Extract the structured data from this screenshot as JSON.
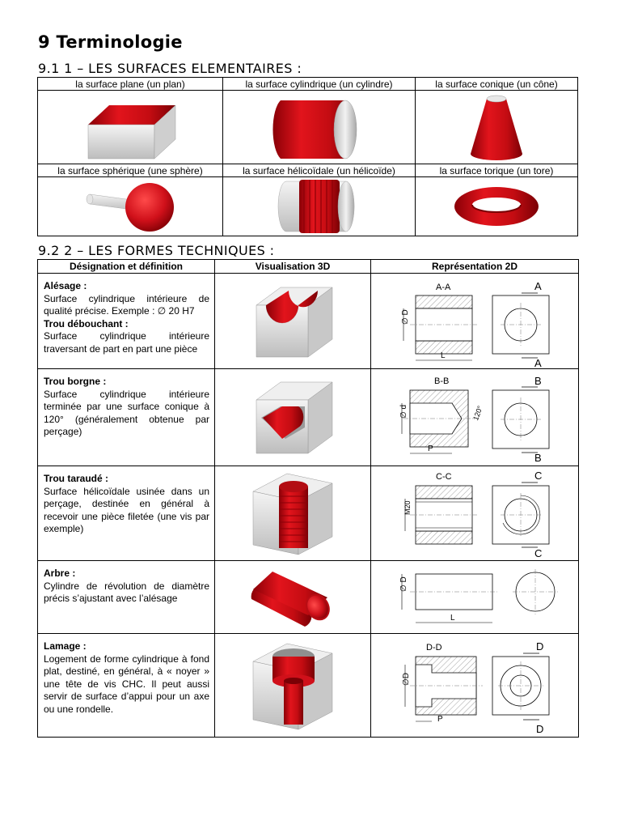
{
  "heading": "9  Terminologie",
  "section1": "9.1  1 – LES SURFACES ELEMENTAIRES :",
  "section2": "9.2  2 – LES FORMES TECHNIQUES :",
  "surfaces": [
    {
      "label": "la surface plane (un plan)",
      "icon": "red-box-plane"
    },
    {
      "label": "la surface cylindrique (un cylindre)",
      "icon": "red-cylinder"
    },
    {
      "label": "la surface conique (un cône)",
      "icon": "red-cone"
    },
    {
      "label": "la surface sphérique (une sphère)",
      "icon": "red-sphere"
    },
    {
      "label": "la surface hélicoïdale (un hélicoïde)",
      "icon": "red-helix"
    },
    {
      "label": "la surface torique (un tore)",
      "icon": "red-torus"
    }
  ],
  "forms_header": [
    "Désignation et définition",
    "Visualisation 3D",
    "Représentation 2D"
  ],
  "forms": [
    {
      "title": "Alésage :",
      "text": "Surface cylindrique intérieure de qualité précise. Exemple : ∅ 20 H7",
      "title2": "Trou débouchant :",
      "text2": "Surface cylindrique intérieure traversant de part en part une pièce",
      "section": "A-A",
      "mark": "A",
      "dim1": "∅ D",
      "dim2": "L"
    },
    {
      "title": "Trou borgne :",
      "text": "Surface cylindrique intérieure terminée par une surface conique à 120° (généralement obtenue par perçage)",
      "section": "B-B",
      "mark": "B",
      "dim1": "∅ d",
      "dim2": "P",
      "angle": "120°"
    },
    {
      "title": "Trou taraudé :",
      "text": "Surface hélicoïdale usinée dans un perçage, destinée en général à recevoir une pièce filetée (une vis par exemple)",
      "section": "C-C",
      "mark": "C",
      "dim1": "M20"
    },
    {
      "title": "Arbre :",
      "text": "Cylindre de révolution de diamètre précis s’ajustant avec l’alésage",
      "dim1": "∅ D",
      "dim2": "L"
    },
    {
      "title": "Lamage :",
      "text": "Logement de forme cylindrique à fond plat, destiné, en général, à « noyer » une tête de vis CHC. Il peut aussi servir de surface d’appui pour un axe ou une rondelle.",
      "section": "D-D",
      "mark": "D",
      "dim1": "∅D",
      "dim2": "P"
    }
  ],
  "colors": {
    "accent": "#d7141a",
    "metal": "#d9d9d9"
  }
}
